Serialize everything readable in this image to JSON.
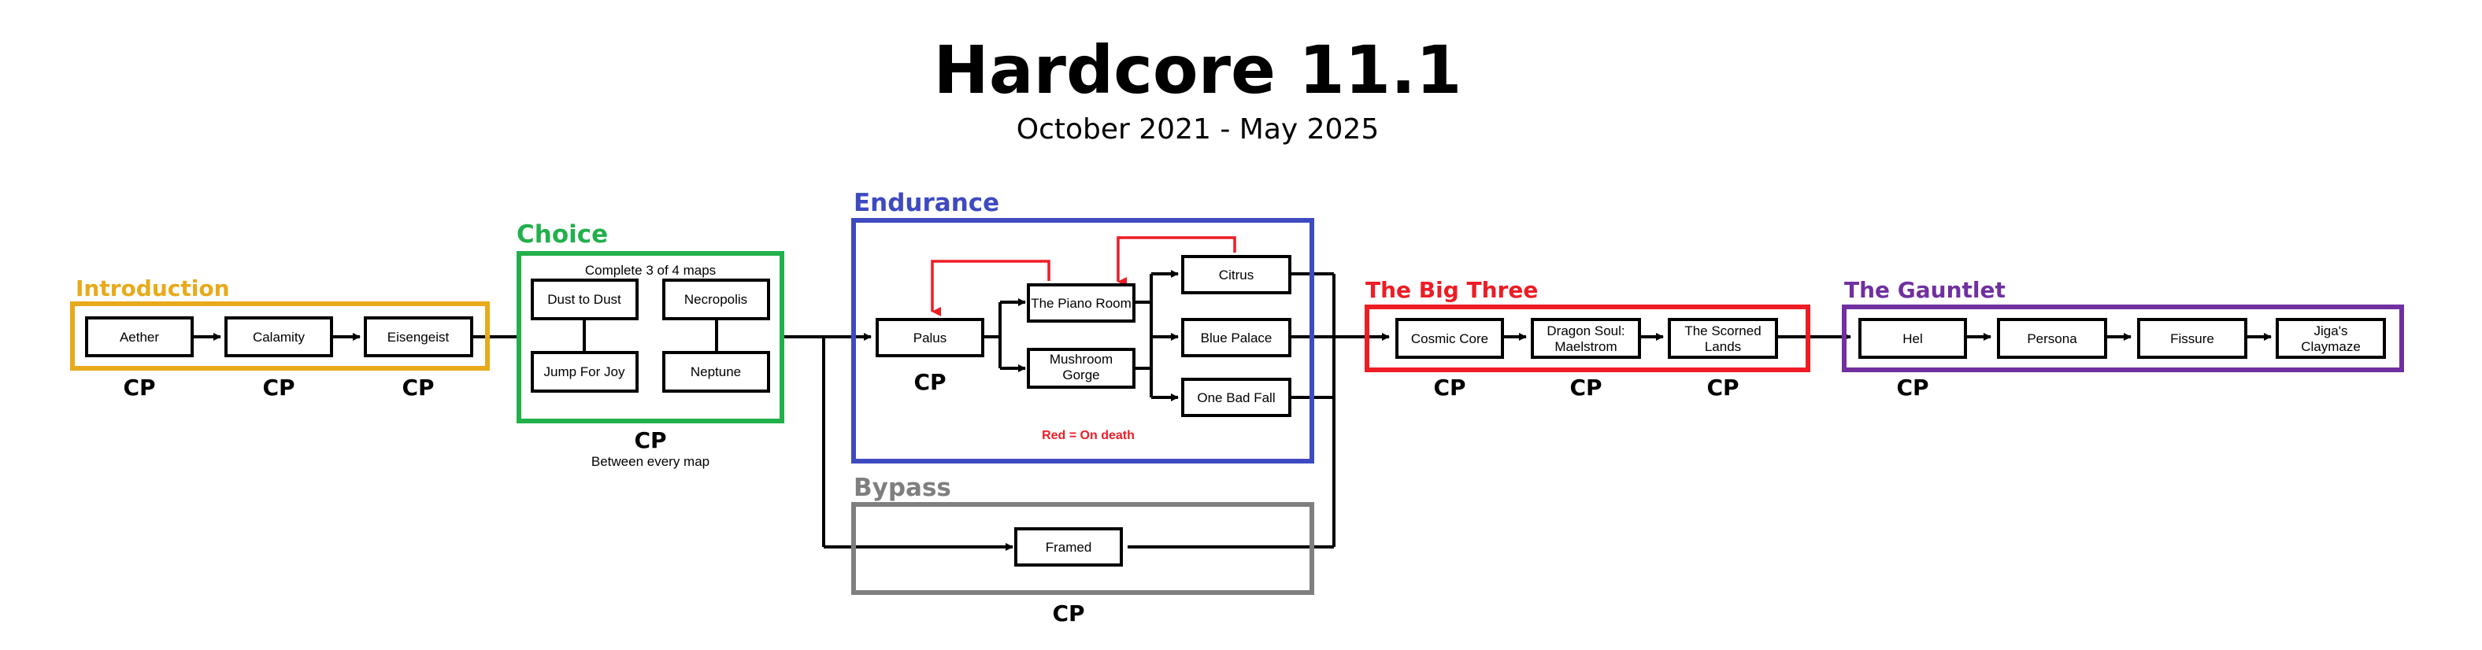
{
  "title": "Hardcore 11.1",
  "subtitle": "October 2021 - May 2025",
  "colors": {
    "introduction": "#E8AA1A",
    "choice": "#22B04B",
    "endurance": "#3E4AC0",
    "bypass": "#7F7F7F",
    "big_three": "#EE1C25",
    "gauntlet": "#7030A0",
    "death_arrow": "#EE1C25",
    "line": "#000000"
  },
  "sections": {
    "introduction": {
      "label": "Introduction",
      "maps": [
        "Aether",
        "Calamity",
        "Eisengeist"
      ],
      "checkpoints": [
        "CP",
        "CP",
        "CP"
      ]
    },
    "choice": {
      "label": "Choice",
      "instruction": "Complete 3 of 4 maps",
      "maps": [
        "Dust to Dust",
        "Necropolis",
        "Jump For Joy",
        "Neptune"
      ],
      "checkpoint": "CP",
      "checkpoint_note": "Between every map"
    },
    "endurance": {
      "label": "Endurance",
      "maps": [
        "Palus",
        "The Piano Room",
        "Mushroom Gorge",
        "Citrus",
        "Blue Palace",
        "One Bad Fall"
      ],
      "checkpoint": "CP",
      "legend": "Red = On death"
    },
    "bypass": {
      "label": "Bypass",
      "maps": [
        "Framed"
      ],
      "checkpoint": "CP"
    },
    "big_three": {
      "label": "The Big Three",
      "maps": [
        "Cosmic Core",
        "Dragon Soul: Maelstrom",
        "The Scorned Lands"
      ],
      "checkpoints": [
        "CP",
        "CP",
        "CP"
      ]
    },
    "gauntlet": {
      "label": "The Gauntlet",
      "maps": [
        "Hel",
        "Persona",
        "Fissure",
        "Jiga's Claymaze"
      ],
      "checkpoint": "CP"
    }
  }
}
